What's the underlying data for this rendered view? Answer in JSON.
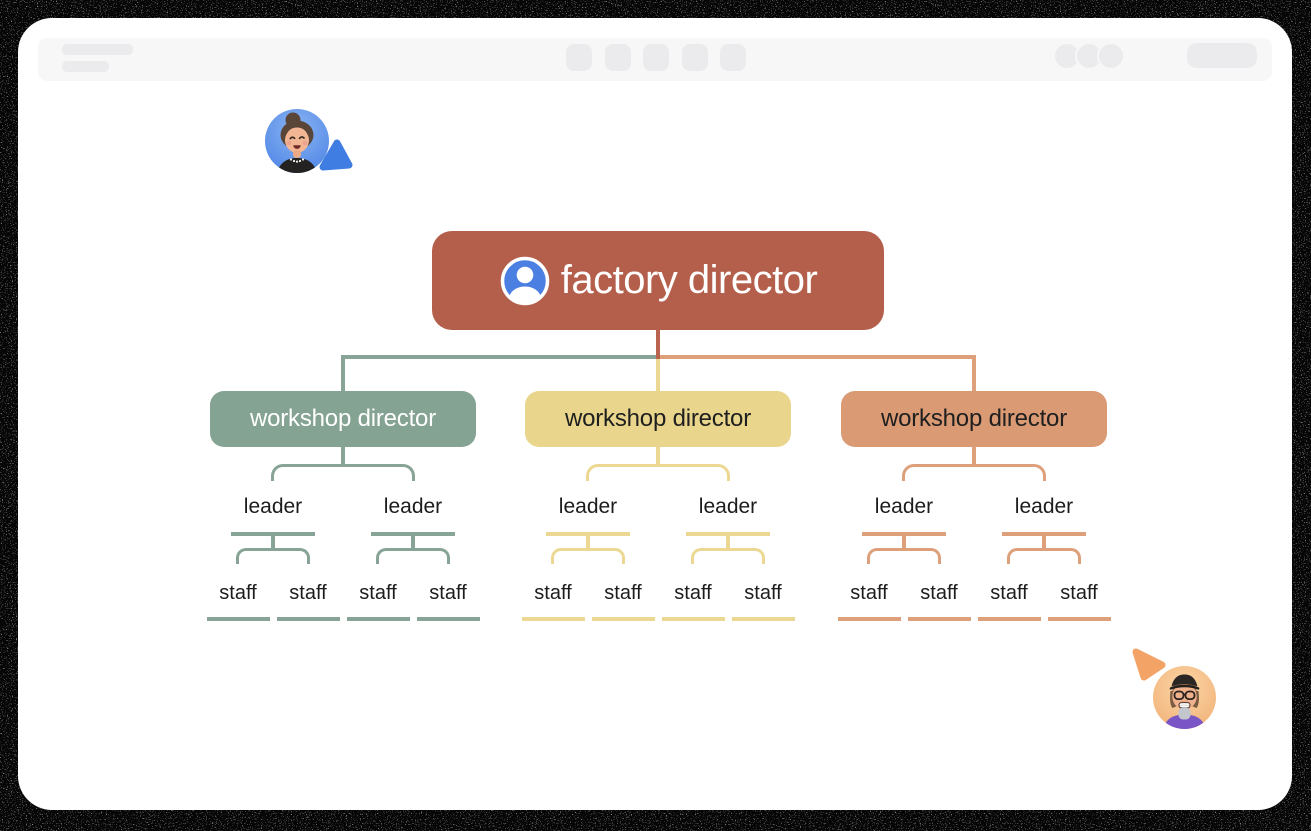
{
  "window": {
    "toolbar": {
      "left_placeholder_bars": 2,
      "center_button_count": 5,
      "avatar_stack_count": 3,
      "right_pill_button_count": 1,
      "background_color": "#f7f7f8",
      "placeholder_color": "#ebebed"
    }
  },
  "org_chart": {
    "root": {
      "label": "factory director",
      "color": "#b45f4b",
      "text_color": "#ffffff",
      "icon": "person-icon",
      "icon_color": "#4b7fe2"
    },
    "branches": [
      {
        "label": "workshop director",
        "color": "#84a392",
        "line_color": "#87a496",
        "text_color": "#ffffff",
        "leaders": [
          {
            "label": "leader",
            "staff": [
              "staff",
              "staff"
            ]
          },
          {
            "label": "leader",
            "staff": [
              "staff",
              "staff"
            ]
          }
        ]
      },
      {
        "label": "workshop director",
        "color": "#e9d68c",
        "line_color": "#ecd892",
        "text_color": "#1f1f1f",
        "leaders": [
          {
            "label": "leader",
            "staff": [
              "staff",
              "staff"
            ]
          },
          {
            "label": "leader",
            "staff": [
              "staff",
              "staff"
            ]
          }
        ]
      },
      {
        "label": "workshop director",
        "color": "#d99a74",
        "line_color": "#dda07b",
        "text_color": "#1f1f1f",
        "leaders": [
          {
            "label": "leader",
            "staff": [
              "staff",
              "staff"
            ]
          },
          {
            "label": "leader",
            "staff": [
              "staff",
              "staff"
            ]
          }
        ]
      }
    ]
  },
  "collaborators": [
    {
      "avatar": "woman-bun-avatar",
      "avatar_bg": "#5b8fec",
      "cursor_color": "#3f7de2",
      "position": "top-left"
    },
    {
      "avatar": "man-cap-glasses-avatar",
      "avatar_bg": "#f5ba80",
      "cursor_color": "#f3a366",
      "position": "bottom-right"
    }
  ]
}
